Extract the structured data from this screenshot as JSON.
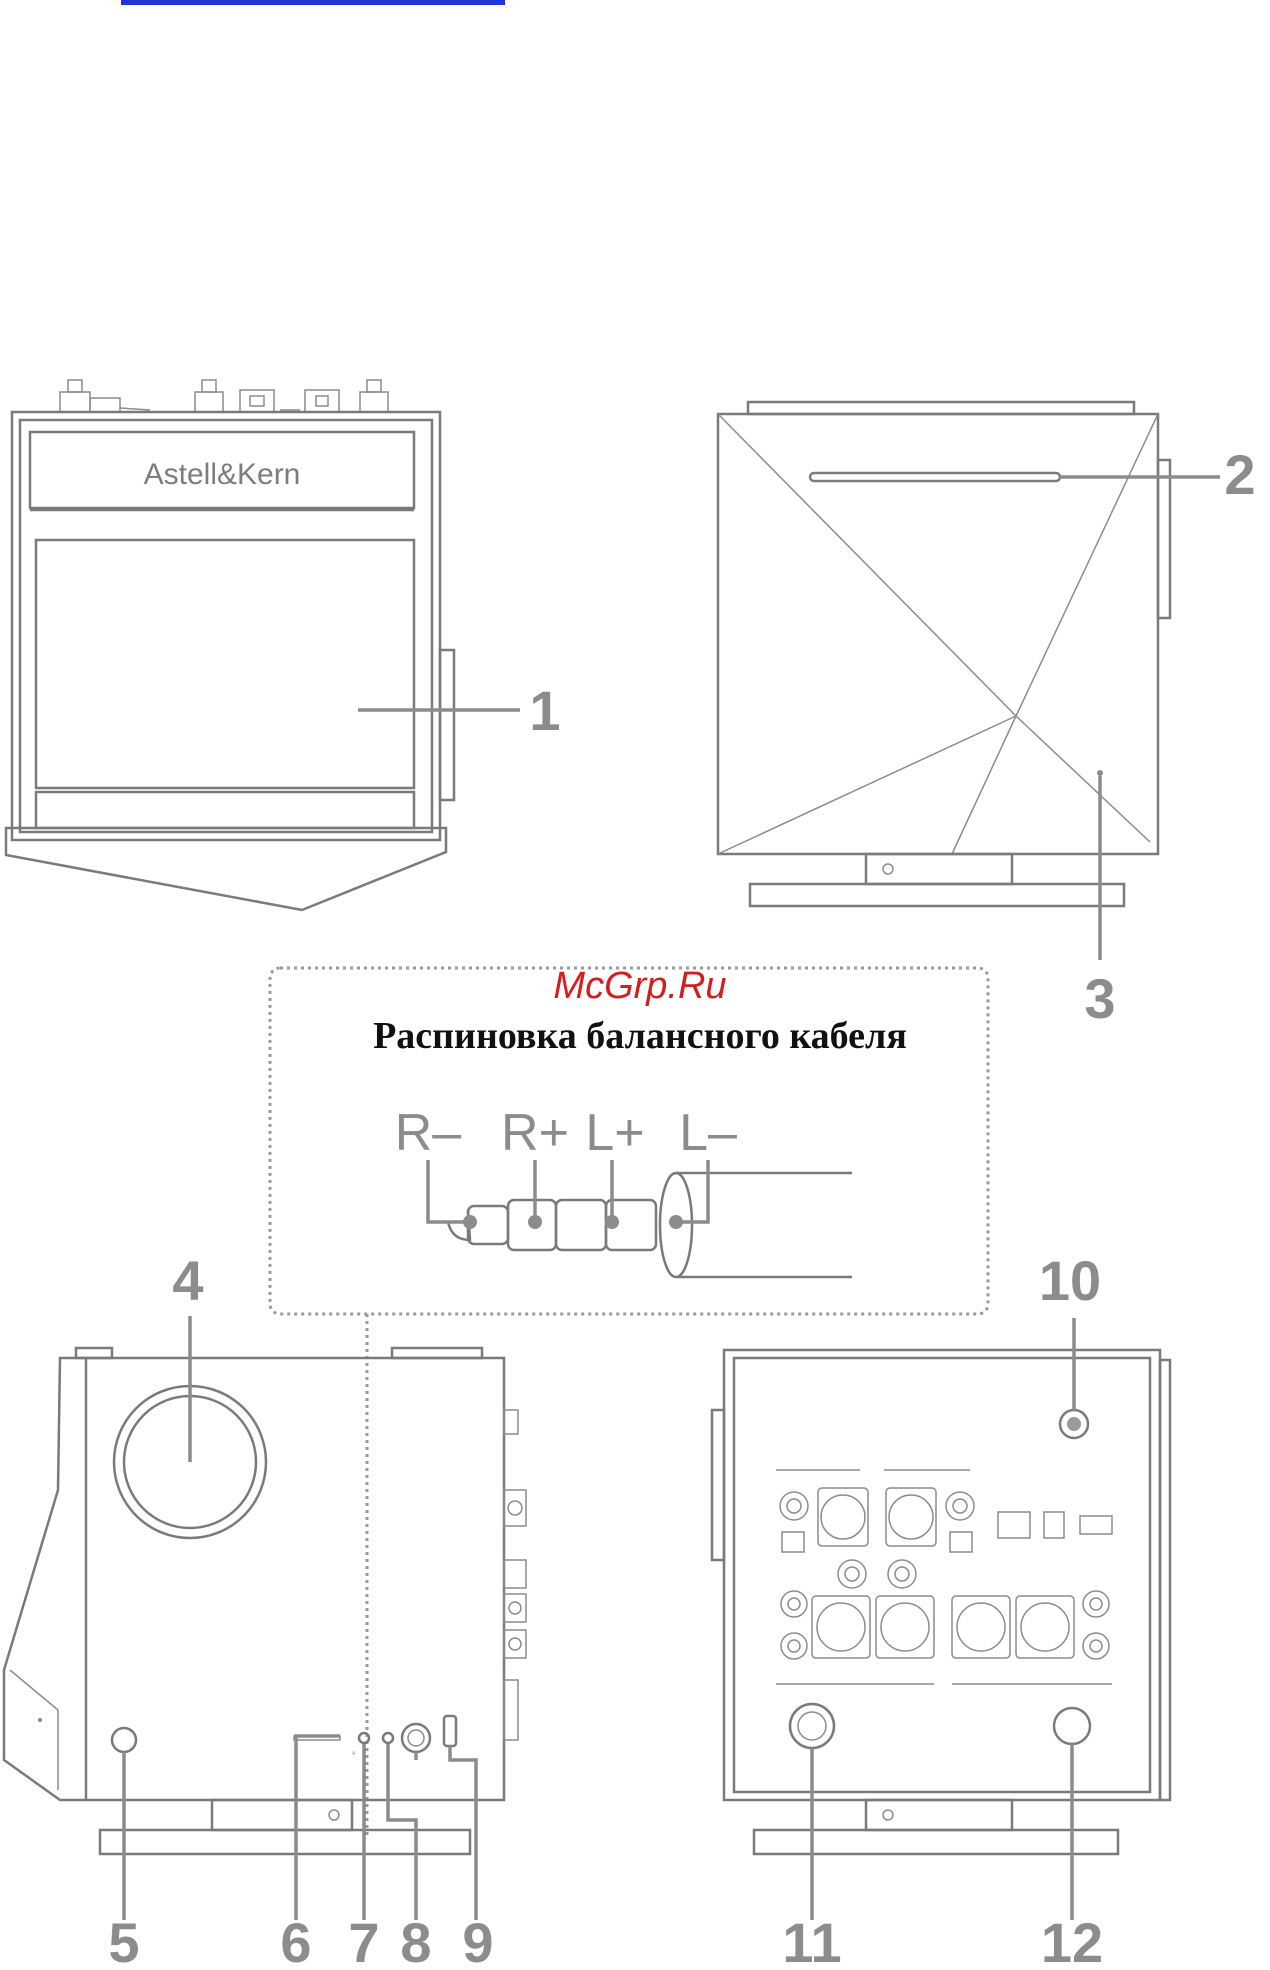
{
  "logo_text": "Astell&Kern",
  "watermark": "McGrp.Ru",
  "inset": {
    "title": "Распиновка балансного кабеля",
    "pins": [
      "R–",
      "R+",
      "L+",
      "L–"
    ]
  },
  "callouts": [
    "1",
    "2",
    "3",
    "4",
    "5",
    "6",
    "7",
    "8",
    "9",
    "10",
    "11",
    "12"
  ],
  "colors": {
    "line": "#7a7a7a",
    "label": "#8c8c8c",
    "watermark": "#d21e1e",
    "link": "#1f35d6"
  }
}
